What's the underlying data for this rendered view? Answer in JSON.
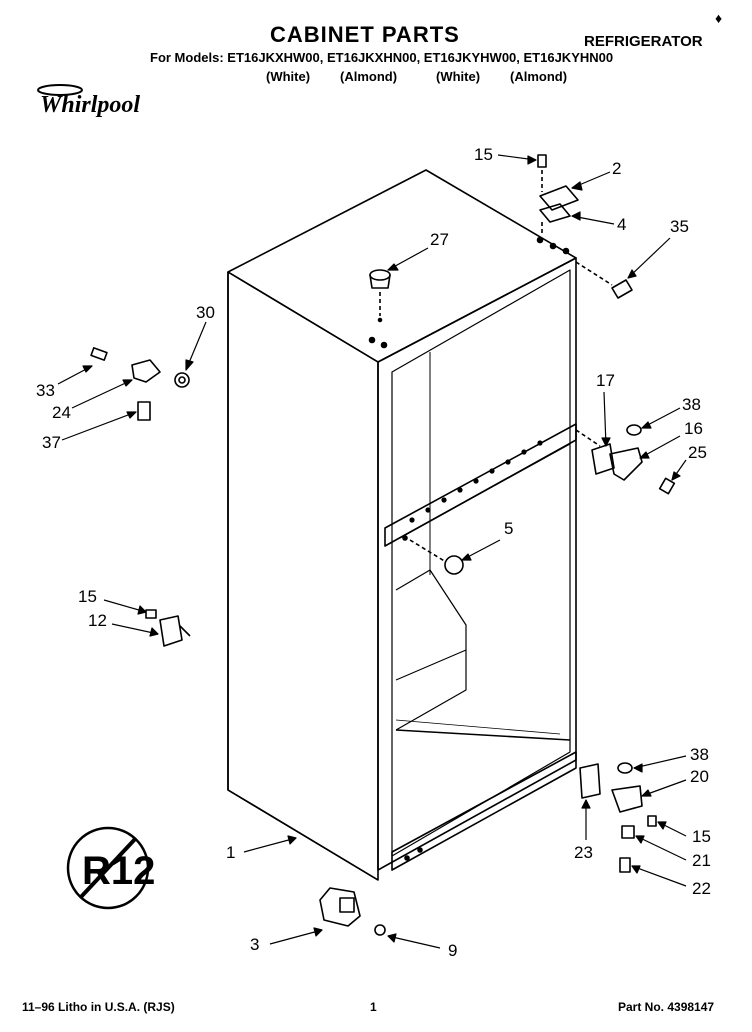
{
  "header": {
    "title": "CABINET PARTS",
    "subtitle": "REFRIGERATOR",
    "models_line": "For Models: ET16JKXHW00, ET16JKXHN00, ET16JKYHW00, ET16JKYHN00",
    "colors": [
      "(White)",
      "(Almond)",
      "(White)",
      "(Almond)"
    ]
  },
  "logo": {
    "text": "Whirlpool"
  },
  "stamp": {
    "text": "R12"
  },
  "callouts": [
    {
      "id": "c15a",
      "num": "15"
    },
    {
      "id": "c2",
      "num": "2"
    },
    {
      "id": "c4",
      "num": "4"
    },
    {
      "id": "c35",
      "num": "35"
    },
    {
      "id": "c27",
      "num": "27"
    },
    {
      "id": "c30",
      "num": "30"
    },
    {
      "id": "c33",
      "num": "33"
    },
    {
      "id": "c24",
      "num": "24"
    },
    {
      "id": "c37",
      "num": "37"
    },
    {
      "id": "c17",
      "num": "17"
    },
    {
      "id": "c38a",
      "num": "38"
    },
    {
      "id": "c16",
      "num": "16"
    },
    {
      "id": "c25",
      "num": "25"
    },
    {
      "id": "c5",
      "num": "5"
    },
    {
      "id": "c15b",
      "num": "15"
    },
    {
      "id": "c12",
      "num": "12"
    },
    {
      "id": "c38b",
      "num": "38"
    },
    {
      "id": "c20",
      "num": "20"
    },
    {
      "id": "c15c",
      "num": "15"
    },
    {
      "id": "c21",
      "num": "21"
    },
    {
      "id": "c22",
      "num": "22"
    },
    {
      "id": "c23",
      "num": "23"
    },
    {
      "id": "c1",
      "num": "1"
    },
    {
      "id": "c3",
      "num": "3"
    },
    {
      "id": "c9",
      "num": "9"
    }
  ],
  "footer": {
    "left": "11–96 Litho in U.S.A. (RJS)",
    "center": "1",
    "right": "Part No. 4398147"
  }
}
